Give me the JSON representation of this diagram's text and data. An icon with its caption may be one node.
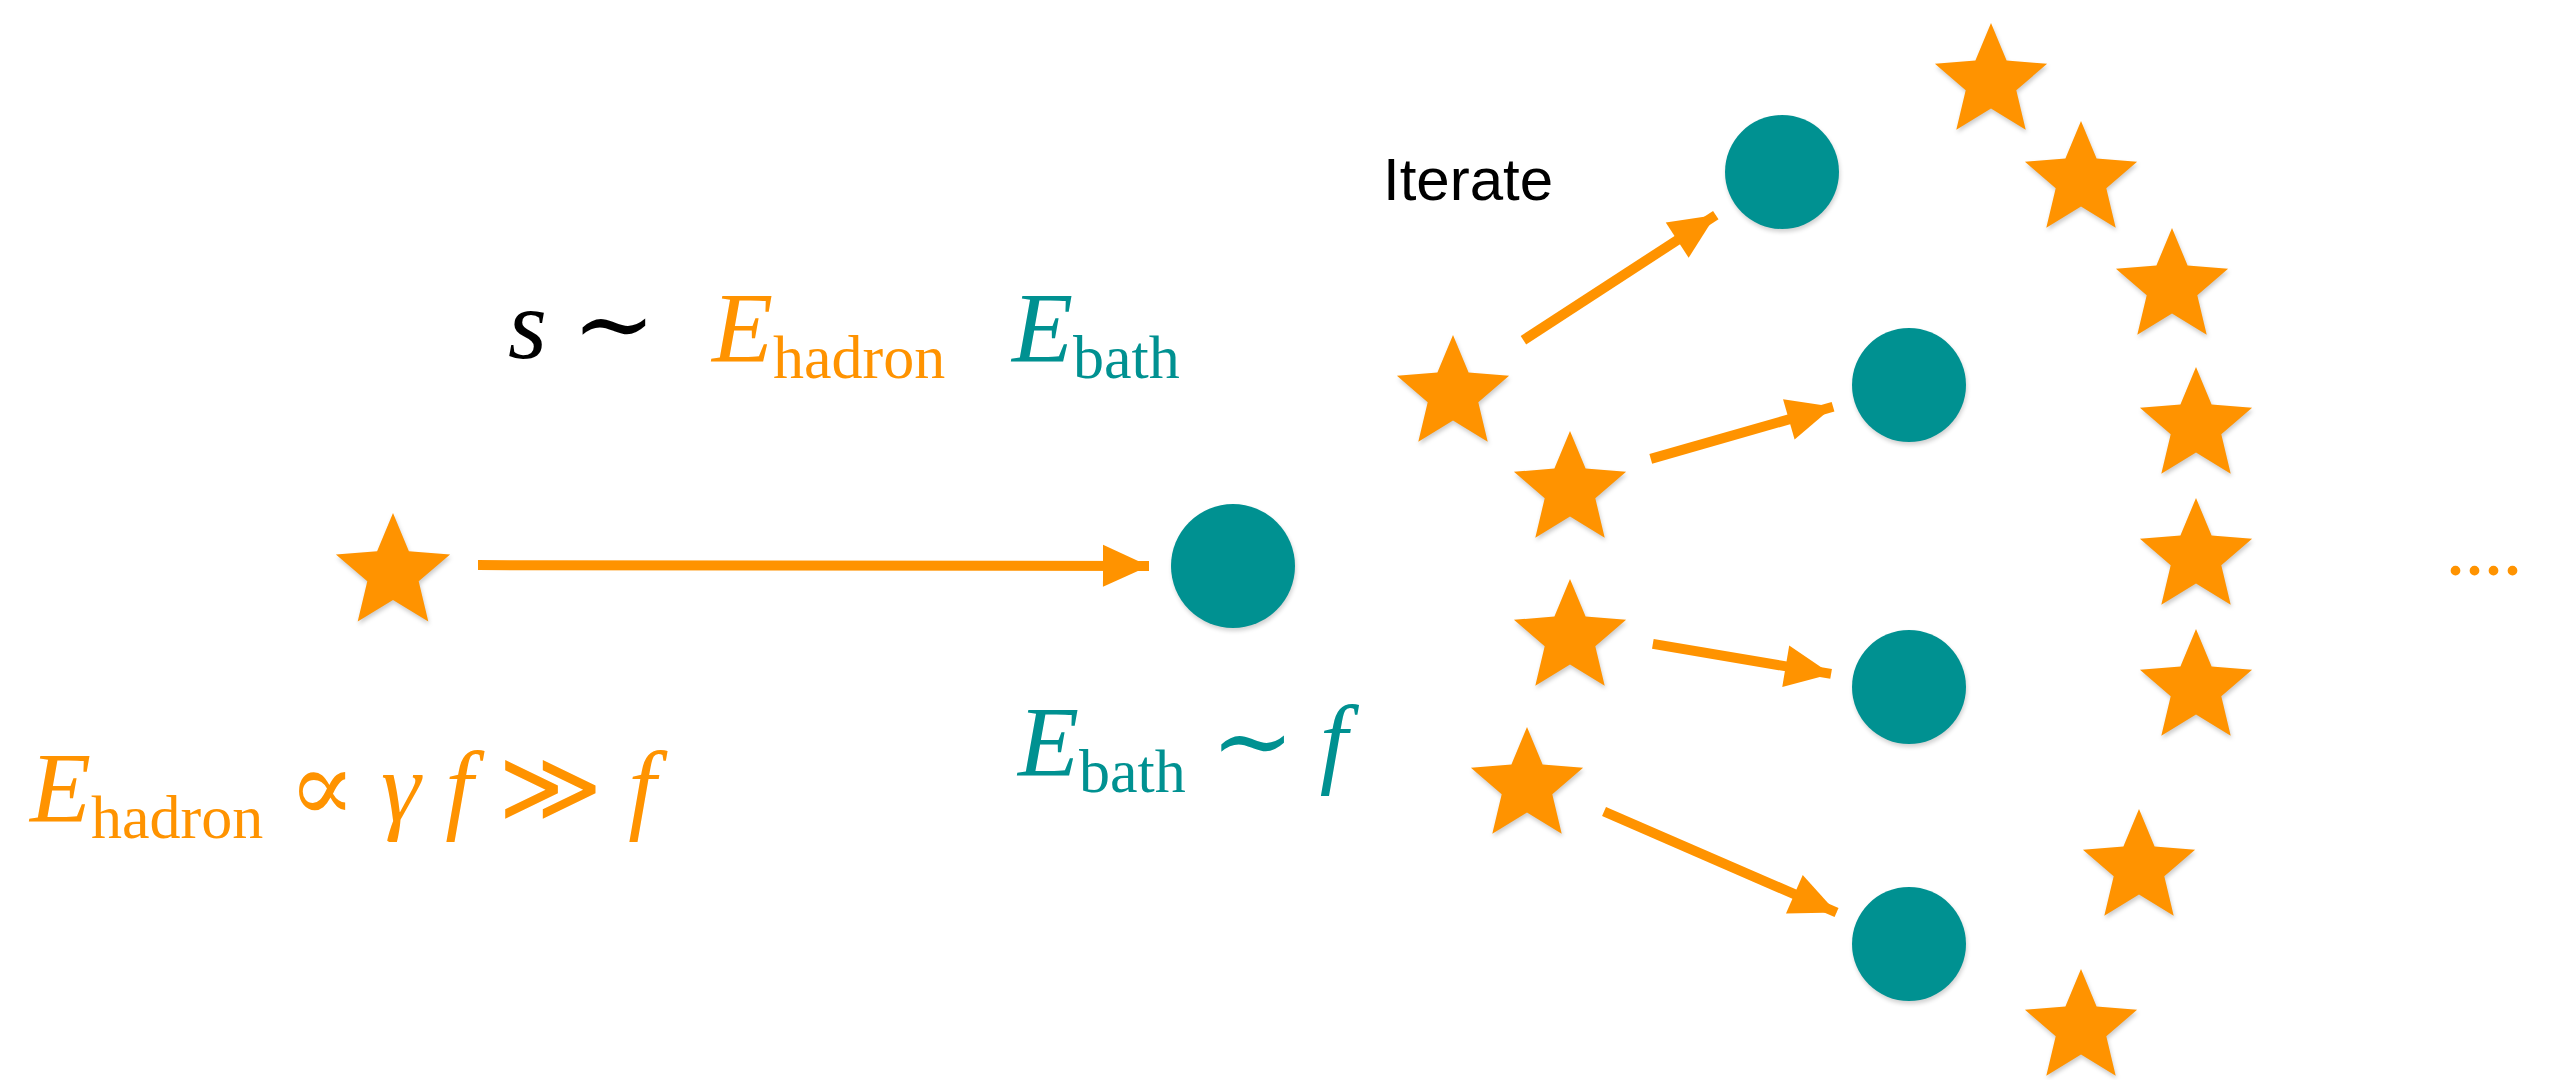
{
  "diagram": {
    "nodes": [
      {
        "text": [],
        "shape": "star"
      },
      {
        "text": [],
        "shape": "circle"
      },
      {
        "text": [],
        "shape": "star"
      },
      {
        "text": [],
        "shape": "star"
      },
      {
        "text": [],
        "shape": "star"
      },
      {
        "text": [],
        "shape": "star"
      },
      {
        "text": [],
        "shape": "circle"
      },
      {
        "text": [],
        "shape": "circle"
      },
      {
        "text": [],
        "shape": "circle"
      },
      {
        "text": [],
        "shape": "circle"
      },
      {
        "text": [],
        "shape": "star"
      },
      {
        "text": [],
        "shape": "star"
      },
      {
        "text": [],
        "shape": "star"
      },
      {
        "text": [],
        "shape": "star"
      },
      {
        "text": [],
        "shape": "star"
      },
      {
        "text": [],
        "shape": "star"
      },
      {
        "text": [],
        "shape": "star"
      },
      {
        "text": [],
        "shape": "star"
      }
    ],
    "edges": [
      {
        "from": 0,
        "to": 1,
        "arrow": "to"
      },
      {
        "from": 2,
        "to": 6,
        "arrow": "to"
      },
      {
        "from": 3,
        "to": 7,
        "arrow": "to"
      },
      {
        "from": 4,
        "to": 8,
        "arrow": "to"
      },
      {
        "from": 5,
        "to": 9,
        "arrow": "to"
      }
    ],
    "labels": [
      "Iterate",
      "*s* ∼",
      "*E*$_{hadron}$",
      "*E*$_{bath}$",
      "*E*$_{hadron}$ ∝ *γ f* ≫ *f*",
      "*E*$_{bath}$ ∼ *f*",
      "...."
    ]
  }
}
